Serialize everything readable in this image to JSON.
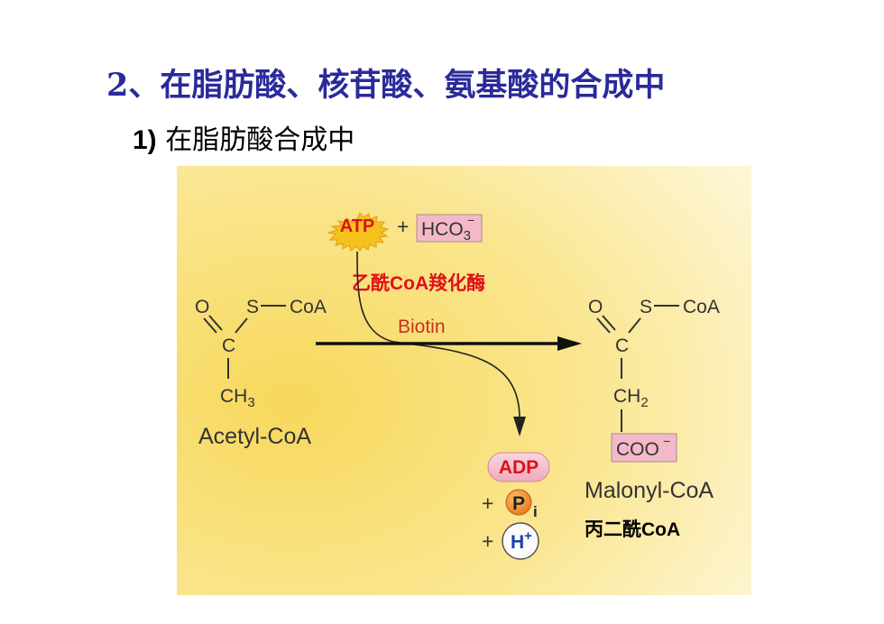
{
  "slide": {
    "title": "2、在脂肪酸、核苷酸、氨基酸的合成中",
    "subtitle_num": "1)",
    "subtitle_text": "在脂肪酸合成中"
  },
  "reaction": {
    "atp": "ATP",
    "plus1": "+",
    "bicarbonate": "HCO",
    "bicarbonate_sub": "3",
    "bicarbonate_sup": "−",
    "enzyme_cn": "乙酰CoA羧化酶",
    "cofactor": "Biotin",
    "adp": "ADP",
    "plus_pi": "+",
    "pi": "P",
    "pi_sub": "i",
    "plus_h": "+",
    "h": "H",
    "h_sup": "+"
  },
  "substrate": {
    "o": "O",
    "s_coa": "S",
    "coa": "CoA",
    "c": "C",
    "ch": "CH",
    "ch_sub": "3",
    "name": "Acetyl-CoA"
  },
  "product": {
    "o": "O",
    "s_coa": "S",
    "coa": "CoA",
    "c": "C",
    "ch": "CH",
    "ch_sub": "2",
    "coo": "COO",
    "coo_sup": "−",
    "name": "Malonyl-CoA",
    "name_cn": "丙二酰CoA"
  },
  "colors": {
    "title": "#2a2a9a",
    "enzyme": "#e0101a",
    "biotin": "#c8302a",
    "atp_burst": "#f5c21b",
    "pink_box": "#f4b9c8",
    "pi_orange": "#f08a1c"
  }
}
